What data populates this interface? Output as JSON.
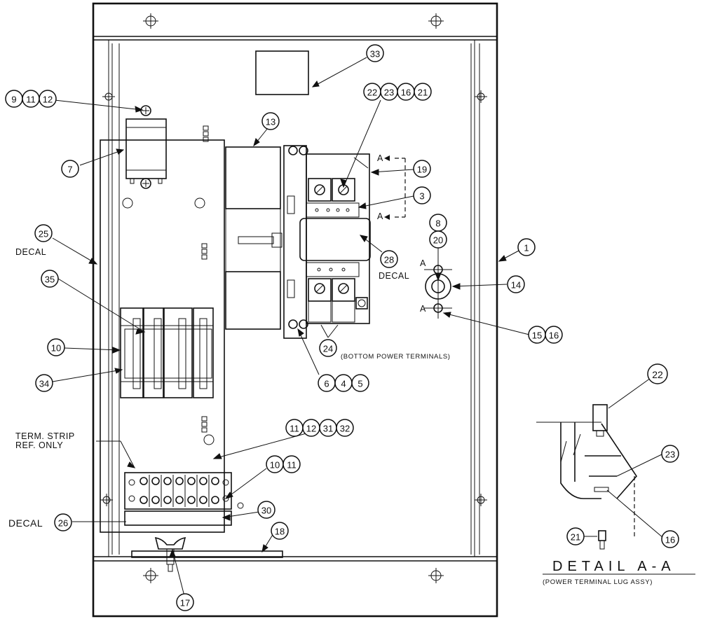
{
  "balloons": {
    "b33": "33",
    "b9": "9",
    "b11a": "11",
    "b12a": "12",
    "b22": "22",
    "b23": "23",
    "b16a": "16",
    "b21": "21",
    "b13": "13",
    "b7": "7",
    "b19": "19",
    "b3": "3",
    "b8": "8",
    "b20": "20",
    "b28": "28",
    "b1": "1",
    "b25": "25",
    "b14": "14",
    "b35": "35",
    "b15": "15",
    "b16b": "16",
    "b10a": "10",
    "b24": "24",
    "b34": "34",
    "b6": "6",
    "b4": "4",
    "b5": "5",
    "b11b": "11",
    "b12b": "12",
    "b31": "31",
    "b32": "32",
    "b10b": "10",
    "b11c": "11",
    "b26": "26",
    "b30": "30",
    "b18": "18",
    "b17": "17",
    "d22": "22",
    "d23": "23",
    "d21": "21",
    "d16": "16"
  },
  "labels": {
    "decal_25": "DECAL",
    "decal_28": "DECAL",
    "decal_26": "DECAL",
    "bottom_power_terminals": "(BOTTOM POWER TERMINALS)",
    "term_strip_line1": "TERM. STRIP",
    "term_strip_line2": "REF. ONLY",
    "section_a1": "A",
    "section_a2": "A",
    "section_a3": "A",
    "section_a4": "A",
    "detail_title": "DETAIL A-A",
    "detail_subtitle": "(POWER TERMINAL LUG ASSY)"
  }
}
